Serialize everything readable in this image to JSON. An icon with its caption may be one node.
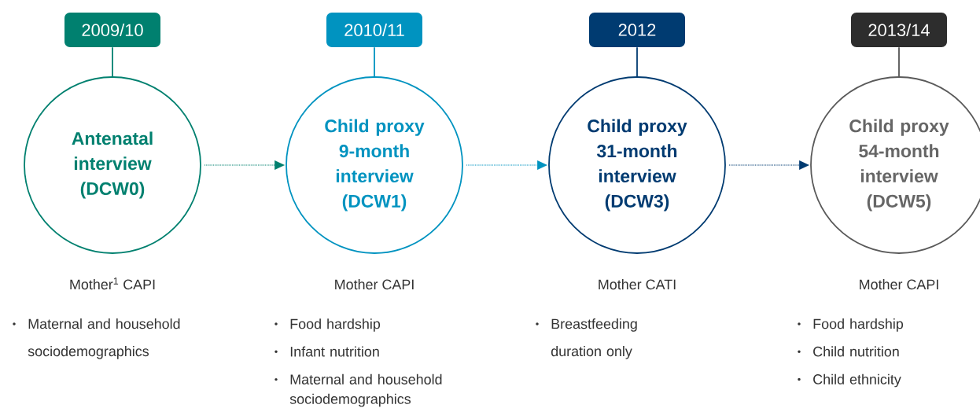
{
  "diagram": {
    "nodes": [
      {
        "text": [
          "2009/10"
        ]
      },
      {
        "text": [
          "2010/11"
        ]
      },
      {
        "text": [
          "2012"
        ]
      },
      {
        "text": [
          "2013/14"
        ]
      },
      {
        "text": [
          "Antenatal interview (DCW0)"
        ],
        "beside": [
          "Mother$^{1}$ CAPI",
          "Maternal and household sociodemographics"
        ]
      },
      {
        "text": [
          "Child proxy 9-month interview (DCW1)"
        ],
        "beside": [
          "Mother CAPI",
          "Food hardship",
          "Infant nutrition",
          "Maternal and household sociodemographics"
        ]
      },
      {
        "text": [
          "Child proxy 31-month interview (DCW3)"
        ],
        "beside": [
          "Mother CATI",
          "Breastfeeding duration only"
        ]
      },
      {
        "text": [
          "Child proxy 54-month interview (DCW5)"
        ],
        "beside": [
          "Mother CAPI",
          "Food hardship",
          "Child nutrition",
          "Child ethnicity"
        ]
      }
    ],
    "edges": [
      {
        "from": 0,
        "to": 4,
        "arrow": "none",
        "color": "#00806f"
      },
      {
        "from": 1,
        "to": 5,
        "arrow": "none",
        "color": "#0093c0"
      },
      {
        "from": 2,
        "to": 6,
        "arrow": "none",
        "color": "#003b71"
      },
      {
        "from": 3,
        "to": 7,
        "arrow": "none",
        "color": "#555555"
      },
      {
        "from": 4,
        "to": 5,
        "arrow": "to",
        "style": "dashed",
        "color": "#00806f"
      },
      {
        "from": 5,
        "to": 6,
        "arrow": "to",
        "style": "dashed",
        "color": "#0093c0"
      },
      {
        "from": 6,
        "to": 7,
        "arrow": "to",
        "style": "dashed",
        "color": "#003b71"
      }
    ]
  }
}
